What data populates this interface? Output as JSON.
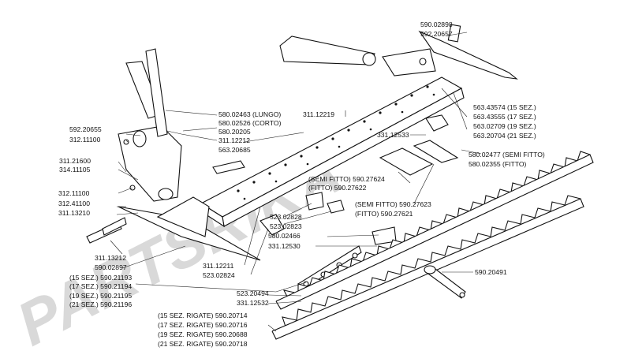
{
  "watermark": "PARTSRIKA",
  "labels": [
    {
      "id": "l1",
      "text": "590.02898"
    },
    {
      "id": "l2",
      "text": "592.20657"
    },
    {
      "id": "l3",
      "text": "580.02463 (LUNGO)"
    },
    {
      "id": "l4",
      "text": "580.02526 (CORTO)"
    },
    {
      "id": "l5",
      "text": "592.20655"
    },
    {
      "id": "l6",
      "text": "312.11100"
    },
    {
      "id": "l7",
      "text": "580.20205"
    },
    {
      "id": "l8",
      "text": "311.12212"
    },
    {
      "id": "l9",
      "text": "563.20685"
    },
    {
      "id": "l10",
      "text": "311.12219"
    },
    {
      "id": "l11",
      "text": "563.43574 (15 SEZ.)"
    },
    {
      "id": "l12",
      "text": "563.43555 (17 SEZ.)"
    },
    {
      "id": "l13",
      "text": "563.02709 (19 SEZ.)"
    },
    {
      "id": "l14",
      "text": "563.20704 (21 SEZ.)"
    },
    {
      "id": "l15",
      "text": "331.12533"
    },
    {
      "id": "l16",
      "text": "580.02477 (SEMI FITTO)"
    },
    {
      "id": "l17",
      "text": "580.02355 (FITTO)"
    },
    {
      "id": "l18",
      "text": "311.21600"
    },
    {
      "id": "l19",
      "text": "314.11105"
    },
    {
      "id": "l20",
      "text": "(SEMI FITTO) 590.27624"
    },
    {
      "id": "l21",
      "text": "(FITTO) 590.27622"
    },
    {
      "id": "l22",
      "text": "312.11100"
    },
    {
      "id": "l23",
      "text": "312.41100"
    },
    {
      "id": "l24",
      "text": "311.13210"
    },
    {
      "id": "l25",
      "text": "(SEMI FITTO) 590.27623"
    },
    {
      "id": "l26",
      "text": "(FITTO) 590.27621"
    },
    {
      "id": "l27",
      "text": "523.02828"
    },
    {
      "id": "l28",
      "text": "523.02823"
    },
    {
      "id": "l29",
      "text": "580.02466"
    },
    {
      "id": "l30",
      "text": "331.12530"
    },
    {
      "id": "l31",
      "text": "311.13212"
    },
    {
      "id": "l32",
      "text": "590.02897"
    },
    {
      "id": "l33",
      "text": "311.12211"
    },
    {
      "id": "l34",
      "text": "523.02824"
    },
    {
      "id": "l35",
      "text": "(15 SEZ.) 590.21193"
    },
    {
      "id": "l36",
      "text": "(17 SEZ.) 590.21194"
    },
    {
      "id": "l37",
      "text": "(19 SEZ.) 590.21195"
    },
    {
      "id": "l38",
      "text": "(21 SEZ.) 590.21196"
    },
    {
      "id": "l39",
      "text": "590.20491"
    },
    {
      "id": "l40",
      "text": "523.20494"
    },
    {
      "id": "l41",
      "text": "331.12532"
    },
    {
      "id": "l42",
      "text": "(15 SEZ. RIGATE) 590.20714"
    },
    {
      "id": "l43",
      "text": "(17 SEZ. RIGATE) 590.20716"
    },
    {
      "id": "l44",
      "text": "(19 SEZ. RIGATE) 590.20688"
    },
    {
      "id": "l45",
      "text": "(21 SEZ. RIGATE) 590.20718"
    }
  ]
}
